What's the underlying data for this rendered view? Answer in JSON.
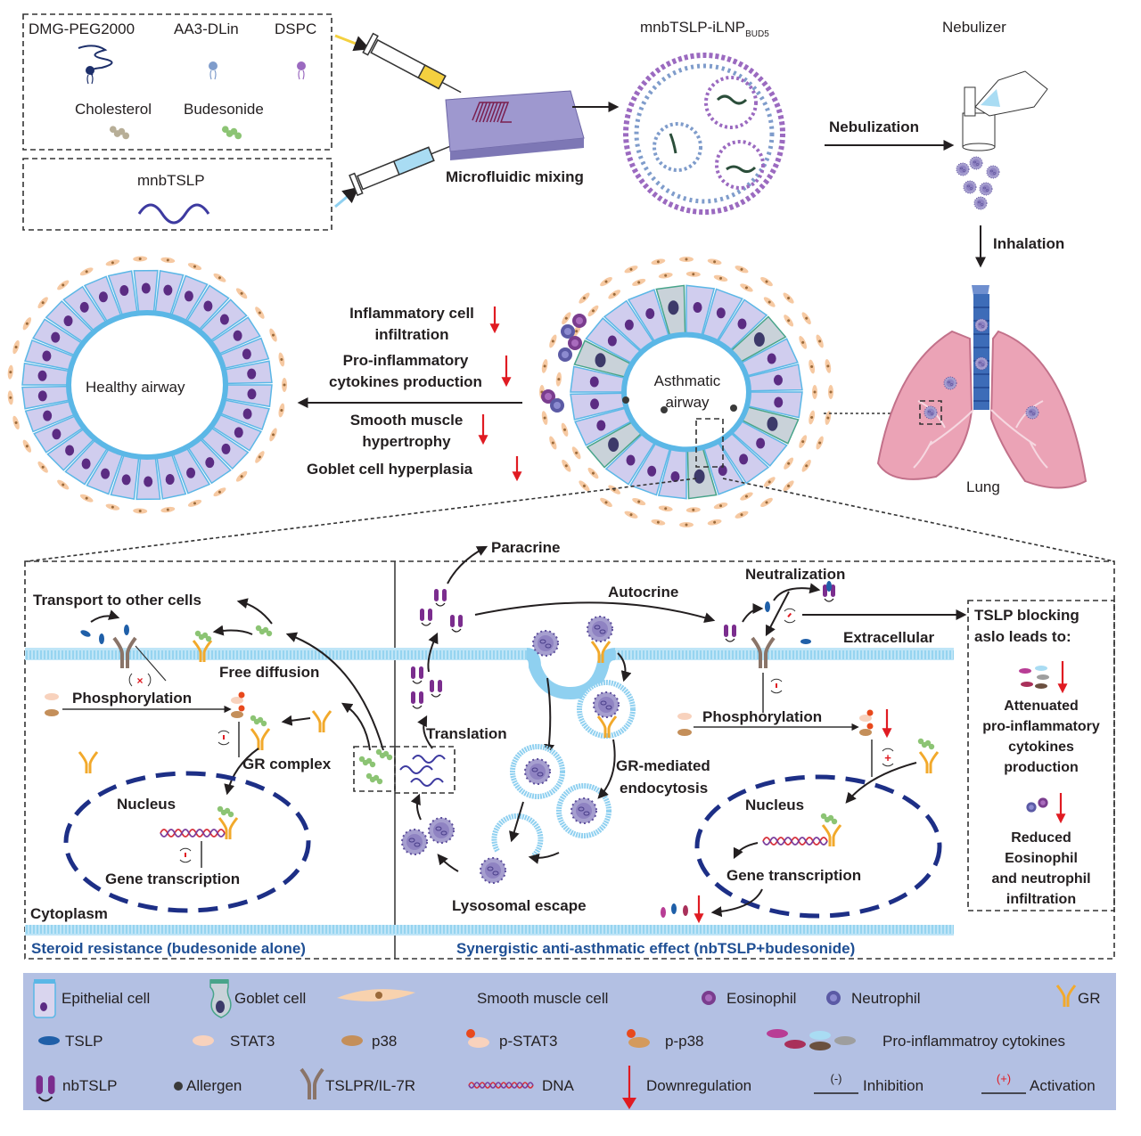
{
  "top": {
    "lipid_box": {
      "labels": [
        "DMG-PEG2000",
        "AA3-DLin",
        "DSPC",
        "Cholesterol",
        "Budesonide"
      ]
    },
    "mrna_box": {
      "label": "mnbTSLP"
    },
    "mixing_label": "Microfluidic mixing",
    "lnp_title": "mnbTSLP-iLNP",
    "lnp_subscript": "BUD5",
    "nebulizer_title": "Nebulizer",
    "nebulization_label": "Nebulization",
    "inhalation_label": "Inhalation"
  },
  "middle": {
    "healthy_label": "Healthy airway",
    "asthmatic_label_1": "Asthmatic",
    "asthmatic_label_2": "airway",
    "lung_label": "Lung",
    "effects": [
      {
        "line1": "Inflammatory cell",
        "line2": "infiltration"
      },
      {
        "line1": "Pro-inflammatory",
        "line2": "cytokines production"
      },
      {
        "line1": "Smooth muscle",
        "line2": "hypertrophy"
      },
      {
        "line1": "Goblet cell hyperplasia",
        "line2": ""
      }
    ]
  },
  "left_panel": {
    "transport": "Transport to other cells",
    "free_diffusion": "Free diffusion",
    "phosphorylation": "Phosphorylation",
    "gr_complex": "GR complex",
    "nucleus": "Nucleus",
    "gene_transcription": "Gene transcription",
    "cytoplasm": "Cytoplasm",
    "caption": "Steroid resistance (budesonide alone)"
  },
  "right_panel": {
    "paracrine": "Paracrine",
    "autocrine": "Autocrine",
    "neutralization": "Neutralization",
    "extracellular": "Extracellular",
    "translation": "Translation",
    "phosphorylation": "Phosphorylation",
    "gr_endocytosis_1": "GR-mediated",
    "gr_endocytosis_2": "endocytosis",
    "nucleus": "Nucleus",
    "gene_transcription": "Gene transcription",
    "lysosomal_escape": "Lysosomal escape",
    "caption": "Synergistic anti-asthmatic effect (nbTSLP+budesonide)"
  },
  "side_box": {
    "title_1": "TSLP blocking",
    "title_2": "aslo leads to:",
    "item1": [
      "Attenuated",
      "pro-inflammatory",
      "cytokines",
      "production"
    ],
    "item2": [
      "Reduced",
      "Eosinophil",
      "and neutrophil",
      "infiltration"
    ]
  },
  "legend": {
    "bg_color": "#b3c0e3",
    "row1": [
      "Epithelial cell",
      "Goblet cell",
      "Smooth muscle cell",
      "Eosinophil",
      "Neutrophil",
      "GR"
    ],
    "row2": [
      "TSLP",
      "STAT3",
      "p38",
      "p-STAT3",
      "p-p38",
      "Pro-inflammatroy cytokines"
    ],
    "row3": [
      "nbTSLP",
      "Allergen",
      "TSLPR/IL-7R",
      "DNA",
      "Downregulation",
      "Inhibition",
      "Activation"
    ],
    "inhibition_symbol": "(-)",
    "activation_symbol": "(+)"
  },
  "colors": {
    "membrane": "#8fd0f0",
    "nucleus_border": "#1d2f86",
    "downregulation": "#e01b22",
    "gr": "#f2a92b",
    "nbtslp": "#7b2d8e",
    "tslp": "#1f5fa8",
    "budesonide": "#8cc474",
    "caption_blue": "#1f4f94"
  }
}
